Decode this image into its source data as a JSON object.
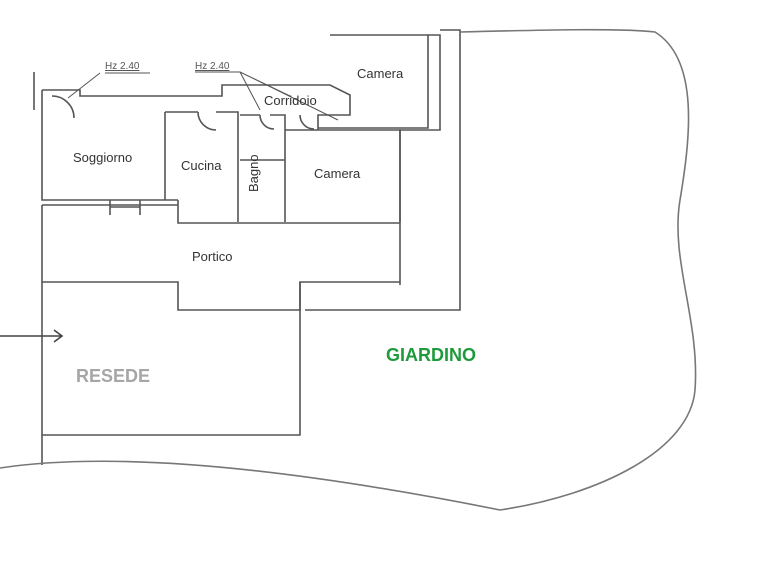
{
  "heights": [
    "Hz 2.40",
    "Hz 2.40"
  ],
  "rooms": {
    "camera_top": "Camera",
    "corridoio": "Corridoio",
    "soggiorno": "Soggiorno",
    "cucina": "Cucina",
    "bagno": "Bagno",
    "camera": "Camera",
    "portico": "Portico"
  },
  "areas": {
    "resede": "RESEDE",
    "giardino": "GIARDINO"
  },
  "colors": {
    "resede": "#a6a6a6",
    "giardino": "#1e9a3a",
    "wall": "#555555"
  }
}
